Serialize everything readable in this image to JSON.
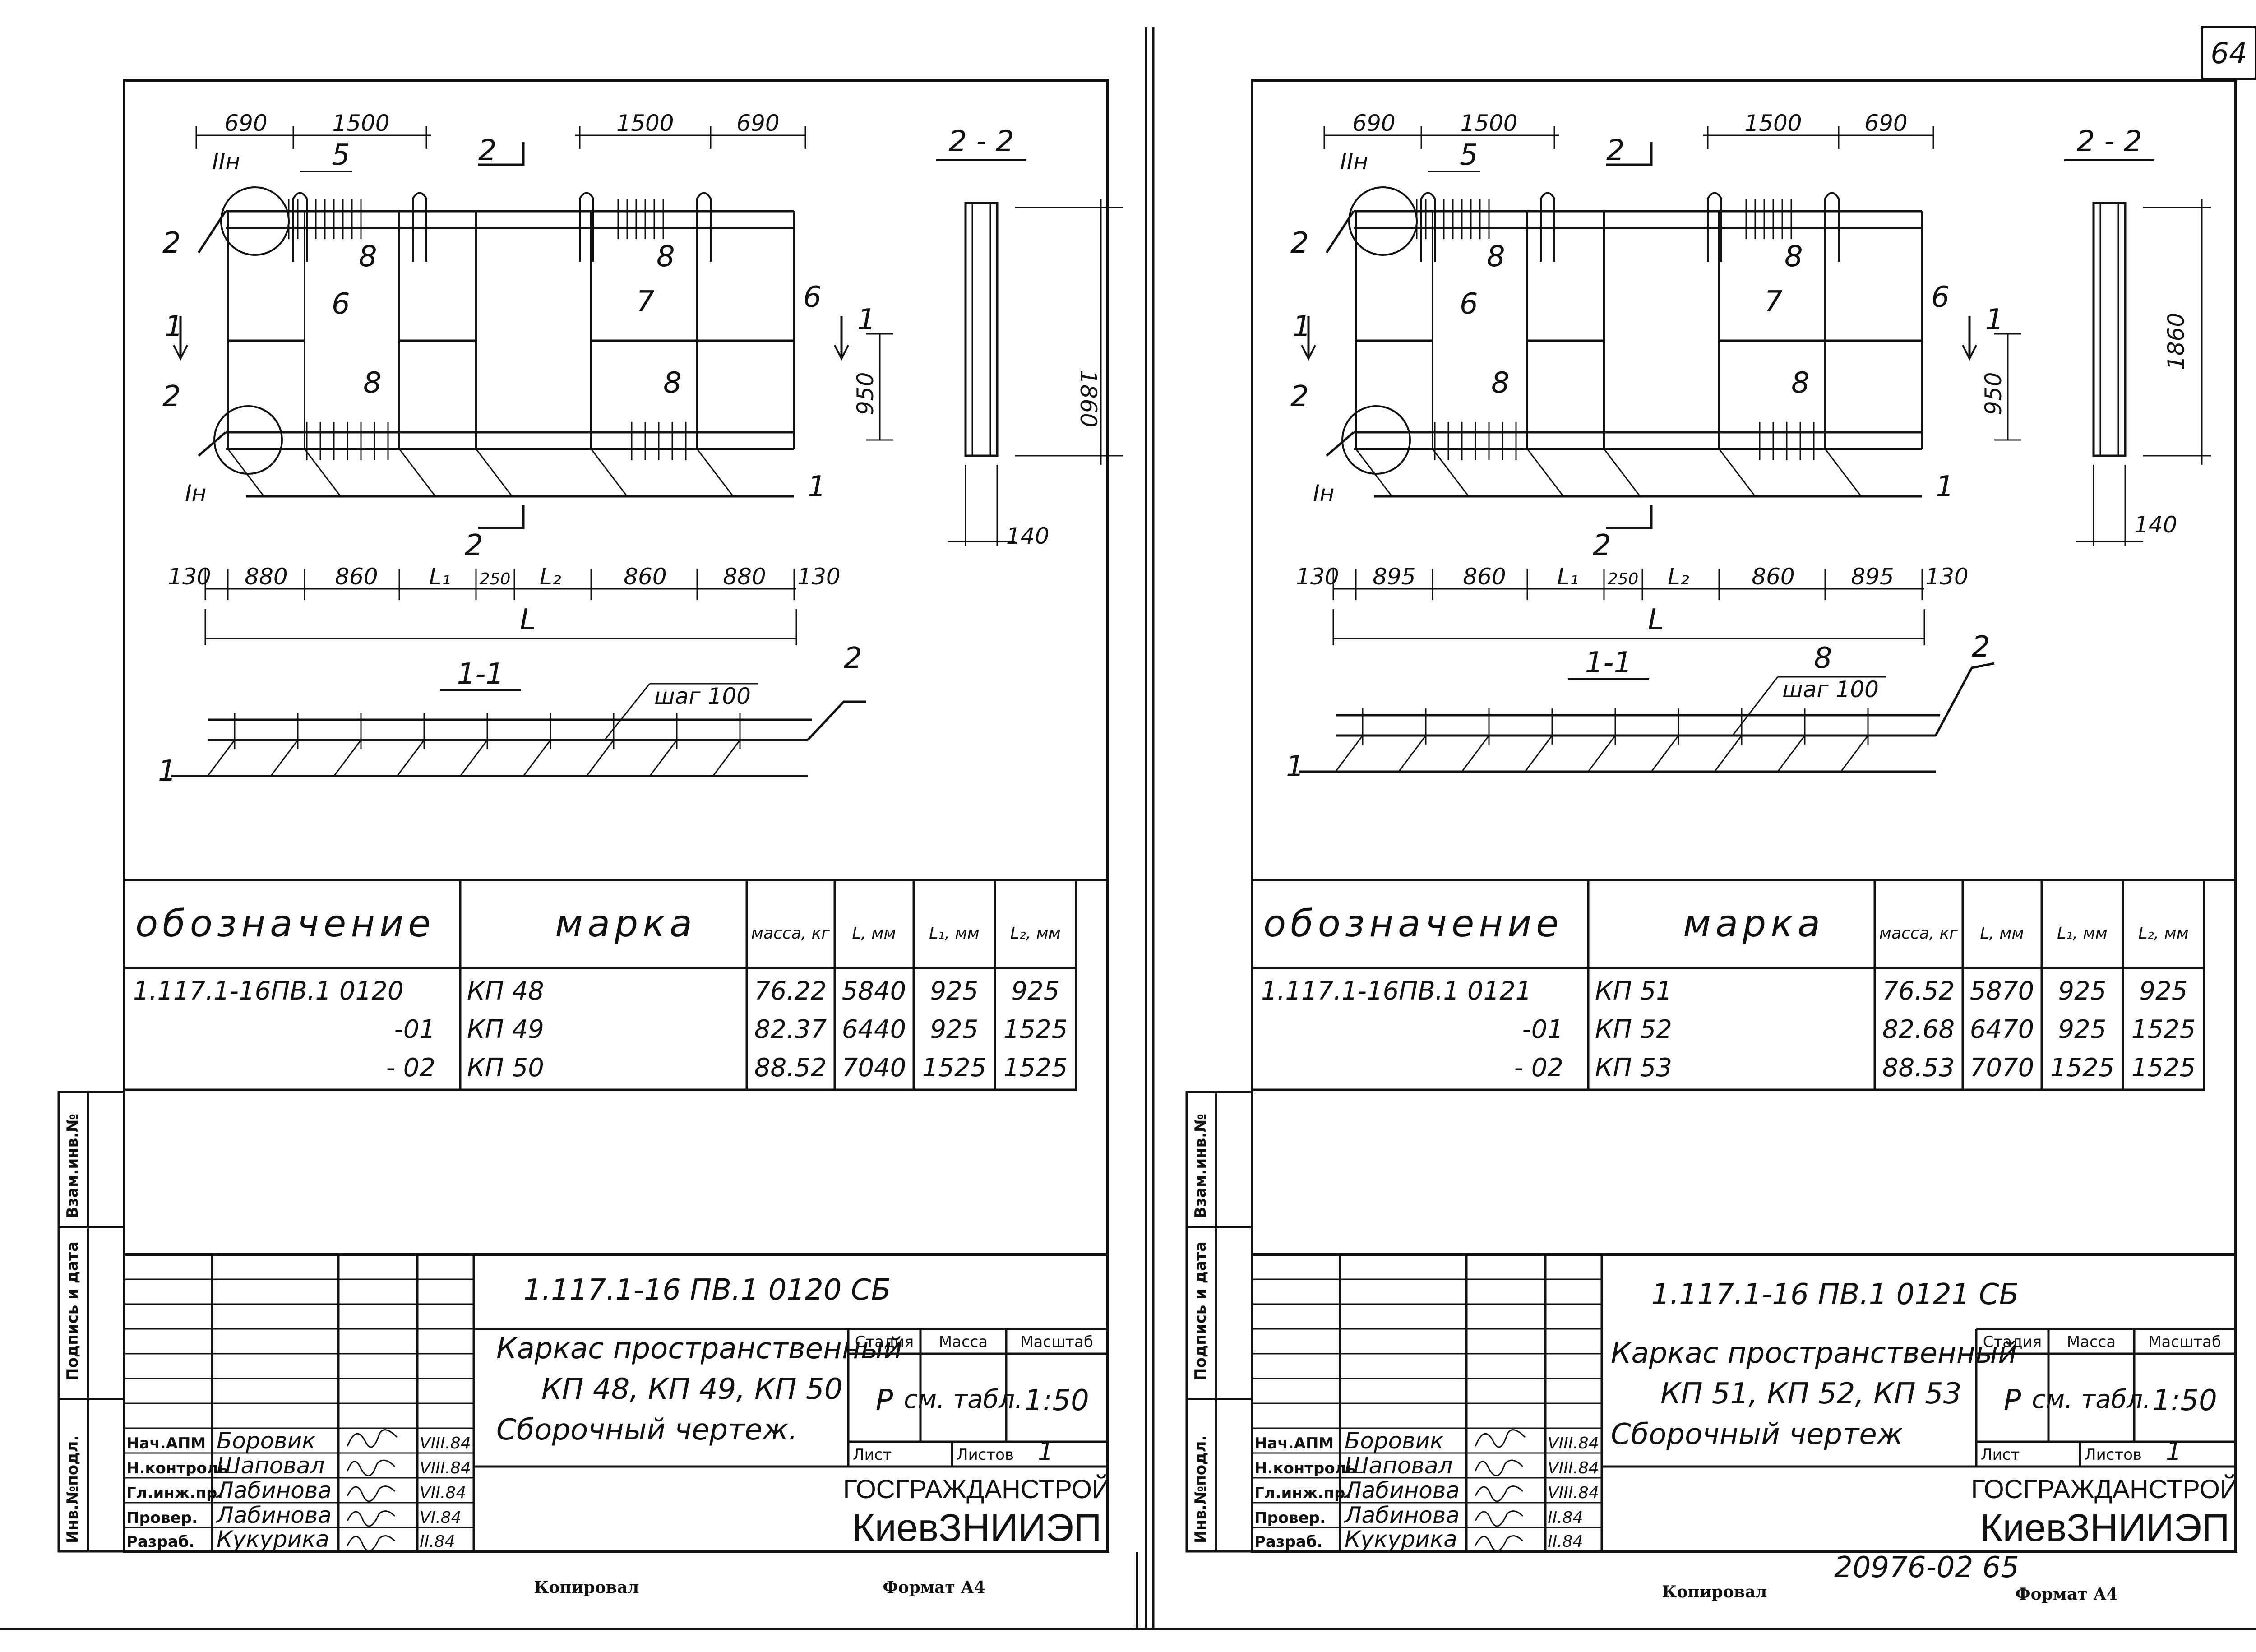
{
  "page_number": "64",
  "bottom_stamp": "20976-02 65",
  "sheets": [
    {
      "id": "left",
      "drawing": {
        "section_22": "2 - 2",
        "section_11": "1-1",
        "step": "шаг 100",
        "top_dims": [
          "690",
          "1500",
          "1500",
          "690"
        ],
        "bottom_dims": [
          "130",
          "880",
          "860",
          "L₁",
          "250",
          "L₂",
          "860",
          "880",
          "130"
        ],
        "total": "L",
        "dim_950": "950",
        "dim_1860": "1860",
        "dim_140": "140",
        "node_labels": [
          "IIн",
          "Iн"
        ],
        "callouts": [
          "1",
          "2",
          "5",
          "6",
          "7",
          "8"
        ],
        "section_marks": [
          "1",
          "2"
        ]
      },
      "spec": {
        "headers": [
          "обозначение",
          "марка",
          "масса, кг",
          "L, мм",
          "L₁, мм",
          "L₂, мм"
        ],
        "rows": [
          {
            "oboz": "1.117.1-16ПВ.1  0120",
            "mark": "КП 48",
            "mass": "76.22",
            "L": "5840",
            "L1": "925",
            "L2": "925"
          },
          {
            "oboz": "-01",
            "mark": "КП 49",
            "mass": "82.37",
            "L": "6440",
            "L1": "925",
            "L2": "1525"
          },
          {
            "oboz": "- 02",
            "mark": "КП 50",
            "mass": "88.52",
            "L": "7040",
            "L1": "1525",
            "L2": "1525"
          }
        ]
      },
      "title_block": {
        "code": "1.117.1-16 ПВ.1  0120  СБ",
        "title_lines": [
          "Каркас пространственный",
          "КП 48, КП 49, КП 50",
          "Сборочный   чертеж."
        ],
        "stage_label": "Стадия",
        "mass_label": "Масса",
        "scale_label": "Масштаб",
        "stage": "Р",
        "mass_value": "см. табл.",
        "scale": "1:50",
        "sheet_label": "Лист",
        "sheets_label": "Листов",
        "sheets_count": "1",
        "org1": "ГОСГРАЖДАНСТРОЙ",
        "org2": "КиевЗНИИЭП",
        "roles": [
          {
            "role": "Нач.АПМ",
            "name": "Боровик",
            "date": "VIII.84"
          },
          {
            "role": "Н.контроль",
            "name": "Шаповал",
            "date": "VIII.84"
          },
          {
            "role": "Гл.инж.пр.",
            "name": "Лабинова",
            "date": "VII.84"
          },
          {
            "role": "Провер.",
            "name": "Лабинова",
            "date": "VI.84"
          },
          {
            "role": "Разраб.",
            "name": "Кукурика",
            "date": "II.84"
          }
        ]
      },
      "side_labels": [
        "Инв.№подл.",
        "Подпись и дата",
        "Взам.инв.№"
      ],
      "footer": {
        "copied": "Копировал",
        "format": "Формат А4"
      }
    },
    {
      "id": "right",
      "drawing": {
        "section_22": "2 - 2",
        "section_11": "1-1",
        "step": "шаг 100",
        "top_dims": [
          "690",
          "1500",
          "1500",
          "690"
        ],
        "bottom_dims": [
          "130",
          "895",
          "860",
          "L₁",
          "250",
          "L₂",
          "860",
          "895",
          "130"
        ],
        "total": "L",
        "dim_950": "950",
        "dim_1860": "1860",
        "dim_140": "140",
        "node_labels": [
          "IIн",
          "Iн"
        ],
        "callouts": [
          "1",
          "2",
          "5",
          "6",
          "7",
          "8"
        ],
        "section_marks": [
          "1",
          "2"
        ]
      },
      "spec": {
        "headers": [
          "обозначение",
          "марка",
          "масса, кг",
          "L, мм",
          "L₁, мм",
          "L₂, мм"
        ],
        "rows": [
          {
            "oboz": "1.117.1-16ПВ.1  0121",
            "mark": "КП 51",
            "mass": "76.52",
            "L": "5870",
            "L1": "925",
            "L2": "925"
          },
          {
            "oboz": "-01",
            "mark": "КП 52",
            "mass": "82.68",
            "L": "6470",
            "L1": "925",
            "L2": "1525"
          },
          {
            "oboz": "- 02",
            "mark": "КП 53",
            "mass": "88.53",
            "L": "7070",
            "L1": "1525",
            "L2": "1525"
          }
        ]
      },
      "title_block": {
        "code": "1.117.1-16 ПВ.1  0121  СБ",
        "title_lines": [
          "Каркас пространственный",
          "КП 51, КП 52, КП 53",
          "Сборочный   чертеж"
        ],
        "stage_label": "Стадия",
        "mass_label": "Масса",
        "scale_label": "Масштаб",
        "stage": "Р",
        "mass_value": "см. табл.",
        "scale": "1:50",
        "sheet_label": "Лист",
        "sheets_label": "Листов",
        "sheets_count": "1",
        "org1": "ГОСГРАЖДАНСТРОЙ",
        "org2": "КиевЗНИИЭП",
        "roles": [
          {
            "role": "Нач.АПМ",
            "name": "Боровик",
            "date": "VIII.84"
          },
          {
            "role": "Н.контроль",
            "name": "Шаповал",
            "date": "VIII.84"
          },
          {
            "role": "Гл.инж.пр.",
            "name": "Лабинова",
            "date": "VIII.84"
          },
          {
            "role": "Провер.",
            "name": "Лабинова",
            "date": "II.84"
          },
          {
            "role": "Разраб.",
            "name": "Кукурика",
            "date": "II.84"
          }
        ]
      },
      "side_labels": [
        "Инв.№подл.",
        "Подпись и дата",
        "Взам.инв.№"
      ],
      "footer": {
        "copied": "Копировал",
        "format": "Формат А4"
      }
    }
  ]
}
